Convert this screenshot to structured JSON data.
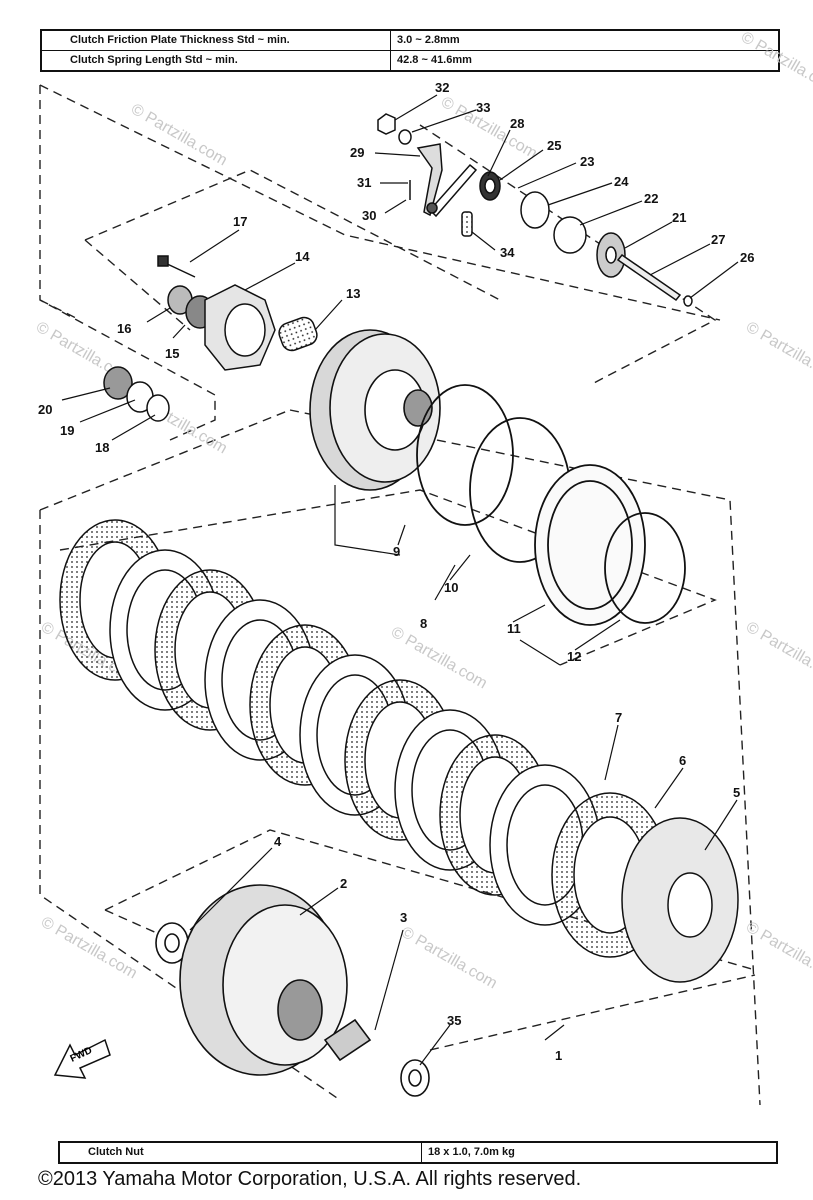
{
  "spec_top": [
    {
      "label": "Clutch Friction Plate Thickness Std ~ min.",
      "value": "3.0 ~ 2.8mm"
    },
    {
      "label": "Clutch Spring Length Std ~ min.",
      "value": "42.8 ~ 41.6mm"
    }
  ],
  "spec_bottom": [
    {
      "label": "Clutch Nut",
      "value": "18 x 1.0, 7.0m kg"
    }
  ],
  "callouts": [
    "1",
    "2",
    "3",
    "4",
    "5",
    "6",
    "7",
    "8",
    "9",
    "10",
    "11",
    "12",
    "13",
    "14",
    "15",
    "16",
    "17",
    "18",
    "19",
    "20",
    "21",
    "22",
    "23",
    "24",
    "25",
    "26",
    "27",
    "28",
    "29",
    "30",
    "31",
    "32",
    "33",
    "34",
    "35"
  ],
  "watermark": "© Partzilla.com",
  "fwd_label": "FWD",
  "copyright": "©2013  Yamaha Motor Corporation, U.S.A. All rights reserved."
}
